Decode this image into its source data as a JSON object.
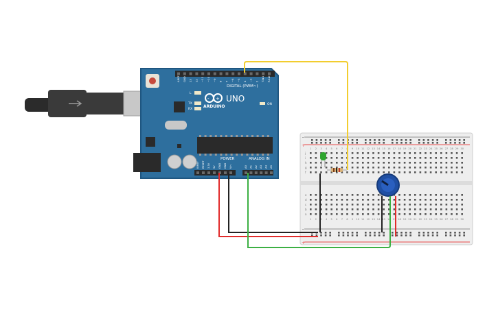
{
  "board": {
    "brand": "ARDUINO",
    "model": "UNO",
    "digital_label": "DIGITAL (PWM~)",
    "power_label": "POWER",
    "analog_label": "ANALOG IN",
    "on_label": "ON",
    "led_labels": [
      "L",
      "TX",
      "RX"
    ],
    "digital_pins": [
      "AREF",
      "GND",
      "13",
      "12",
      "~11",
      "~10",
      "~9",
      "8",
      "7",
      "~6",
      "~5",
      "4",
      "~3",
      "2",
      "TX▸1",
      "RX◂0"
    ],
    "power_pins": [
      "IOREF",
      "RESET",
      "3.3V",
      "5V",
      "GND",
      "GND",
      "Vin"
    ],
    "analog_pins": [
      "A0",
      "A1",
      "A2",
      "A3",
      "A4",
      "A5"
    ]
  },
  "breadboard": {
    "rail_plus": "+",
    "rail_minus": "-",
    "row_letters_top": [
      "j",
      "i",
      "h",
      "g",
      "f"
    ],
    "row_letters_bottom": [
      "e",
      "d",
      "c",
      "b",
      "a"
    ],
    "column_numbers": [
      "1",
      "2",
      "3",
      "4",
      "5",
      "6",
      "7",
      "8",
      "9",
      "10",
      "11",
      "12",
      "13",
      "14",
      "15",
      "16",
      "17",
      "18",
      "19",
      "20",
      "21",
      "22",
      "23",
      "24",
      "25",
      "26",
      "27",
      "28",
      "29",
      "30"
    ]
  },
  "wires": [
    {
      "name": "pin-6-to-resistor",
      "color": "#f2cd2f"
    },
    {
      "name": "5v-to-rail",
      "color": "#e12b2b"
    },
    {
      "name": "gnd-to-rail",
      "color": "#222222"
    },
    {
      "name": "a0-to-pot",
      "color": "#3cb043"
    }
  ],
  "colors": {
    "board": "#2e6f9e",
    "board_dark": "#1f5680",
    "breadboard": "#eeeeee",
    "led": "#2fa52f",
    "pot": "#1f4fa3"
  }
}
